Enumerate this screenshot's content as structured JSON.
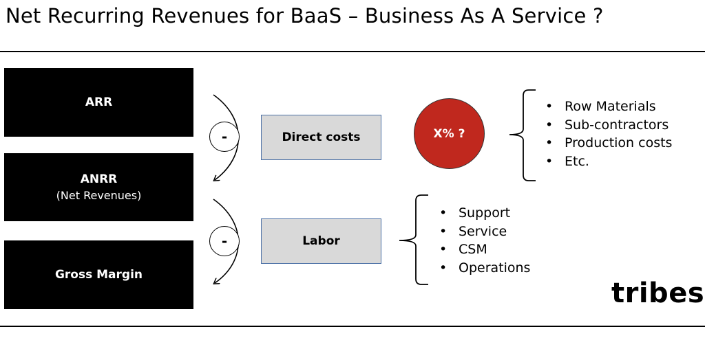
{
  "title": "Net Recurring Revenues for BaaS – Business As A Service ?",
  "blocks": [
    {
      "label": "ARR",
      "sublabel": ""
    },
    {
      "label": "ANRR",
      "sublabel": "(Net Revenues)"
    },
    {
      "label": "Gross Margin",
      "sublabel": ""
    }
  ],
  "operators": [
    "-",
    "-"
  ],
  "cost_boxes": [
    "Direct costs",
    "Labor"
  ],
  "direct_costs_marker": "X% ?",
  "direct_costs_items": [
    "Row Materials",
    "Sub-contractors",
    "Production costs",
    "Etc."
  ],
  "labor_items": [
    "Support",
    "Service",
    "CSM",
    "Operations"
  ],
  "logo": "tribes",
  "colors": {
    "block_bg": "#000000",
    "box_bg": "#d9d9d9",
    "box_border": "#4a6fa5",
    "marker_fill": "#c0281e"
  }
}
